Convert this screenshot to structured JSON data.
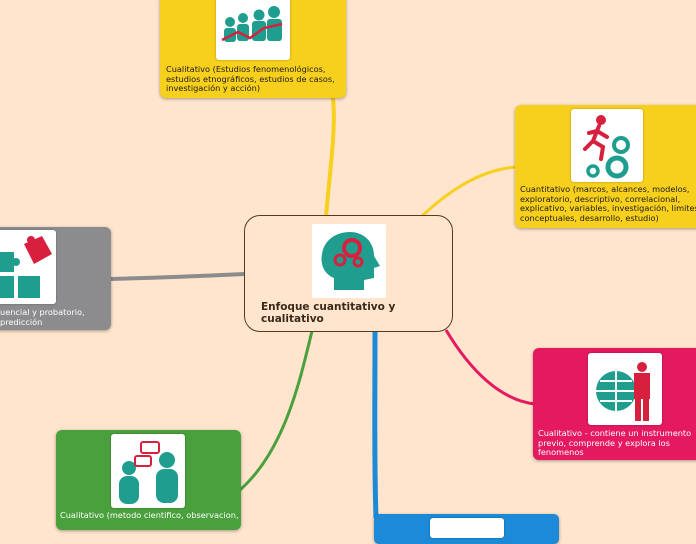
{
  "central": {
    "title": "Enfoque cuantitativo y cualitativo",
    "icon": "head-gears-icon"
  },
  "branches": [
    {
      "id": "top",
      "color": "#f7cf1d",
      "text": "Cualitativo (Estudios fenomenológicos, estudios etnográficos, estudios de casos, investigación y acción)",
      "icon": "people-growth-chart-icon"
    },
    {
      "id": "right-top",
      "color": "#f7cf1d",
      "text": "Cuantitativo (marcos, alcances, modelos, exploratorio, descriptivo, correlacional, explicativo, variables, investigación, limites conceptuales, desarrollo, estudio)",
      "icon": "runner-gears-icon"
    },
    {
      "id": "right-bottom",
      "color": "#e5195f",
      "text": "Cualitativo - contiene un instrumento previo, comprende y explora los fenomenos",
      "icon": "globe-businessman-icon"
    },
    {
      "id": "left",
      "color": "#8c8c8e",
      "text": "uencial y probatorio, predicción",
      "icon": "puzzle-pieces-icon"
    },
    {
      "id": "bottom-left",
      "color": "#4aa03c",
      "text": "Cualitativo (metodo cientifico, observacion,",
      "icon": "people-conversation-icon"
    },
    {
      "id": "bottom",
      "color": "#1c8ad6",
      "text": "",
      "icon": ""
    }
  ]
}
